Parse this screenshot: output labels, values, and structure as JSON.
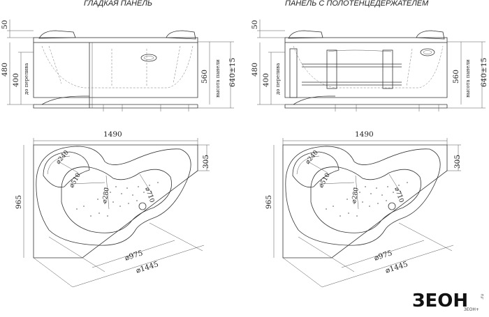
{
  "titles": {
    "left": "ГЛАДКАЯ ПАНЕЛЬ",
    "right": "ПАНЕЛЬ С ПОЛОТЕНЦЕДЕРЖАТЕЛЕМ"
  },
  "side_view": {
    "dim_top": "50",
    "dim_height": "480",
    "dim_overflow": "400",
    "overflow_label": "до перелива",
    "dim_panel": "560",
    "panel_label": "высота панели",
    "dim_total": "640±15"
  },
  "plan_view": {
    "width": "1490",
    "depth": "965",
    "corner": "305",
    "r240": "⌀240",
    "r510": "⌀510",
    "r280": "⌀280",
    "r710": "⌀710",
    "r975": "⌀975",
    "r1445": "⌀1445"
  },
  "logo": {
    "brand": "ЗЕОН",
    "sub": "ЗЕОН+",
    "tld": ".ru"
  }
}
